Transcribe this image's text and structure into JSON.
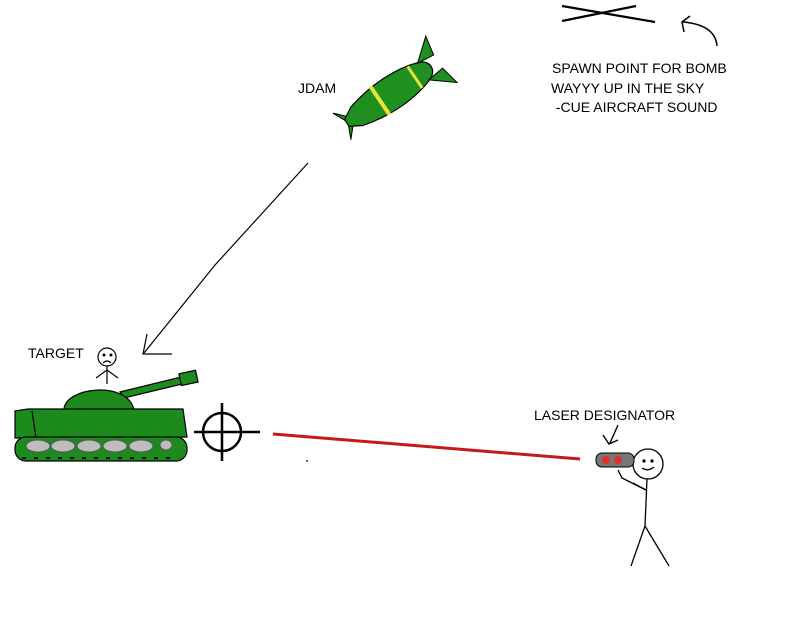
{
  "labels": {
    "jdam": "JDAM",
    "target": "TARGET",
    "laser_designator": "LASER DESIGNATOR",
    "spawn_note": [
      "SPAWN POINT FOR BOMB",
      "WAYYY UP IN THE SKY",
      " -CUE AIRCRAFT SOUND"
    ]
  },
  "colors": {
    "tank_green": "#1d8a1d",
    "bomb_green": "#1f8f1f",
    "bomb_band": "#e8e43a",
    "laser_red": "#c41a1a",
    "tread_gray": "#bdbdbd",
    "designator_red": "#e03030"
  },
  "icons": {
    "spawn_marker": "x-mark-icon",
    "pointer": "curved-arrow-icon",
    "crosshair": "crosshair-icon"
  }
}
